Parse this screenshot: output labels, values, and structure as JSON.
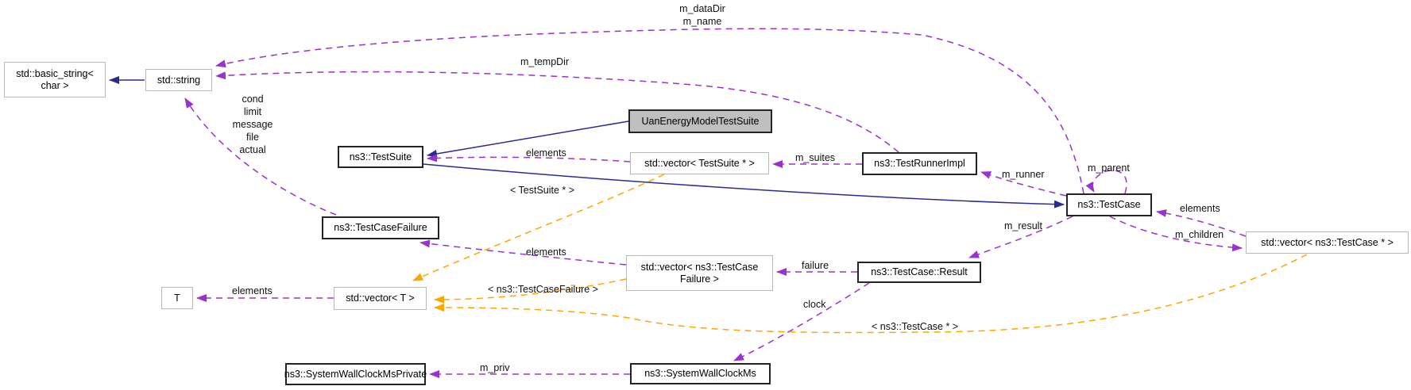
{
  "diagram": {
    "type": "class-collaboration-graph",
    "colors": {
      "inheritance": "#2a2a94",
      "member": "#9a32cd",
      "template": "#ffa500",
      "focal_fill": "#bfbfbf",
      "node_border_documented": "#242424",
      "node_border_external": "#b9b9b9"
    },
    "nodes": {
      "basic_string": "std::basic_string<\nchar >",
      "std_string": "std::string",
      "uan_suite": "UanEnergyModelTestSuite",
      "test_suite": "ns3::TestSuite",
      "vector_testsuite": "std::vector< TestSuite * >",
      "test_runner": "ns3::TestRunnerImpl",
      "test_case": "ns3::TestCase",
      "vector_testcase": "std::vector< ns3::TestCase * >",
      "test_case_failure": "ns3::TestCaseFailure",
      "vector_failure": "std::vector< ns3::TestCase\nFailure >",
      "result": "ns3::TestCase::Result",
      "t": "T",
      "vector_t": "std::vector< T >",
      "wallclock_private": "ns3::SystemWallClockMsPrivate",
      "wallclock": "ns3::SystemWallClockMs"
    },
    "edge_labels": {
      "m_datadir_name": "m_dataDir\nm_name",
      "m_tempdir": "m_tempDir",
      "string_members": "cond\nlimit\nmessage\nfile\nactual",
      "elements_testsuite": "elements",
      "m_suites": "m_suites",
      "m_runner": "m_runner",
      "m_parent": "m_parent",
      "elements_testcase": "elements",
      "m_children": "m_children",
      "m_result": "m_result",
      "tmpl_testsuite": "< TestSuite * >",
      "elements_failure": "elements",
      "failure": "failure",
      "clock": "clock",
      "tmpl_failure": "< ns3::TestCaseFailure >",
      "tmpl_testcase": "< ns3::TestCase * >",
      "elements_t": "elements",
      "m_priv": "m_priv"
    }
  }
}
